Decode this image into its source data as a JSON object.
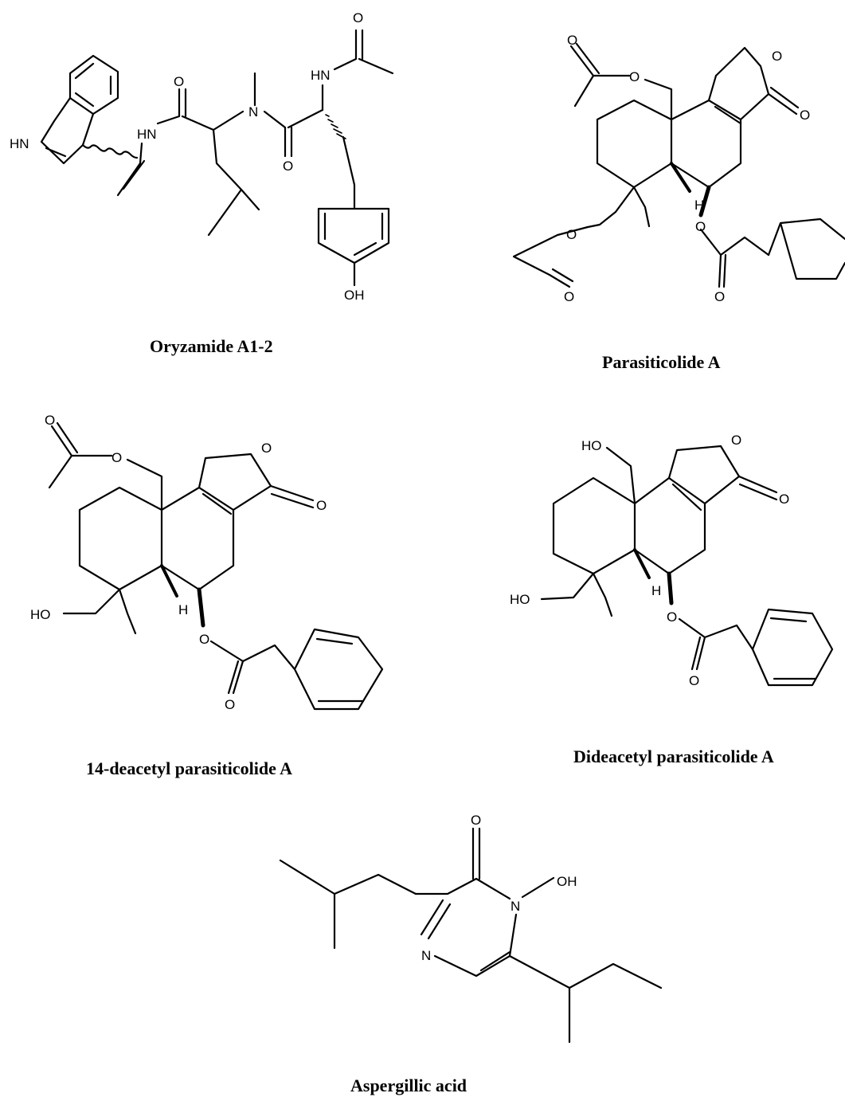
{
  "compounds": [
    {
      "name": "Oryzamide A1-2",
      "labels": {
        "hn_indole": "HN",
        "hn_amide": "HN",
        "hn_acetyl": "HN",
        "o1": "O",
        "o2": "O",
        "o3": "O",
        "n_methyl": "N",
        "oh": "OH"
      }
    },
    {
      "name": "Parasiticolide A",
      "labels": {
        "o_ester": "O",
        "o_carbonyl": "O",
        "o_ring": "O",
        "o_lactone": "O",
        "h": "H",
        "o_ester2": "O",
        "o_carbonyl2": "O",
        "o_benzoyl": "O",
        "o_benzoyl_carbonyl": "O"
      }
    },
    {
      "name": "14-deacetyl parasiticolide A",
      "labels": {
        "o_carbonyl": "O",
        "o_ester": "O",
        "o_ring": "O",
        "o_lactone": "O",
        "h": "H",
        "ho": "HO",
        "o_benzoyl": "O",
        "o_benzoyl_carbonyl": "O"
      }
    },
    {
      "name": "Dideacetyl parasiticolide A",
      "labels": {
        "ho_top": "HO",
        "o_ring": "O",
        "o_lactone": "O",
        "h": "H",
        "ho": "HO",
        "o_benzoyl": "O",
        "o_benzoyl_carbonyl": "O"
      }
    },
    {
      "name": "Aspergillic acid",
      "labels": {
        "o": "O",
        "oh": "OH",
        "n1": "N",
        "n2": "N"
      }
    }
  ]
}
